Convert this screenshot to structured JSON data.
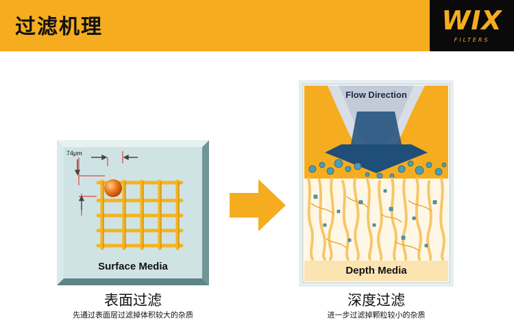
{
  "header": {
    "title": "过滤机理",
    "background": "#f5ad1f"
  },
  "logo": {
    "brand": "WIX",
    "tagline": "FILTERS",
    "background": "#0a0a0a",
    "color": "#f5ad1f"
  },
  "surface": {
    "measure_label": "74μm",
    "panel_label": "Surface Media",
    "caption": "表面过滤",
    "subcaption": "先通过表面层过滤掉体积较大的杂质",
    "panel_color": "#cfe3e4",
    "grid_color": "#f5b31d",
    "particle_color": "#e8731b"
  },
  "arrow": {
    "color": "#f5ad1f",
    "icon": "right-arrow-icon"
  },
  "depth": {
    "flow_label": "Flow Direction",
    "panel_label": "Depth Media",
    "caption": "深度过滤",
    "subcaption": "进一步过滤掉颗粒较小的杂质",
    "fiber_color": "#f5c76a",
    "arrow_color": "#1f4e79",
    "particle_color": "#4f9bb2"
  }
}
